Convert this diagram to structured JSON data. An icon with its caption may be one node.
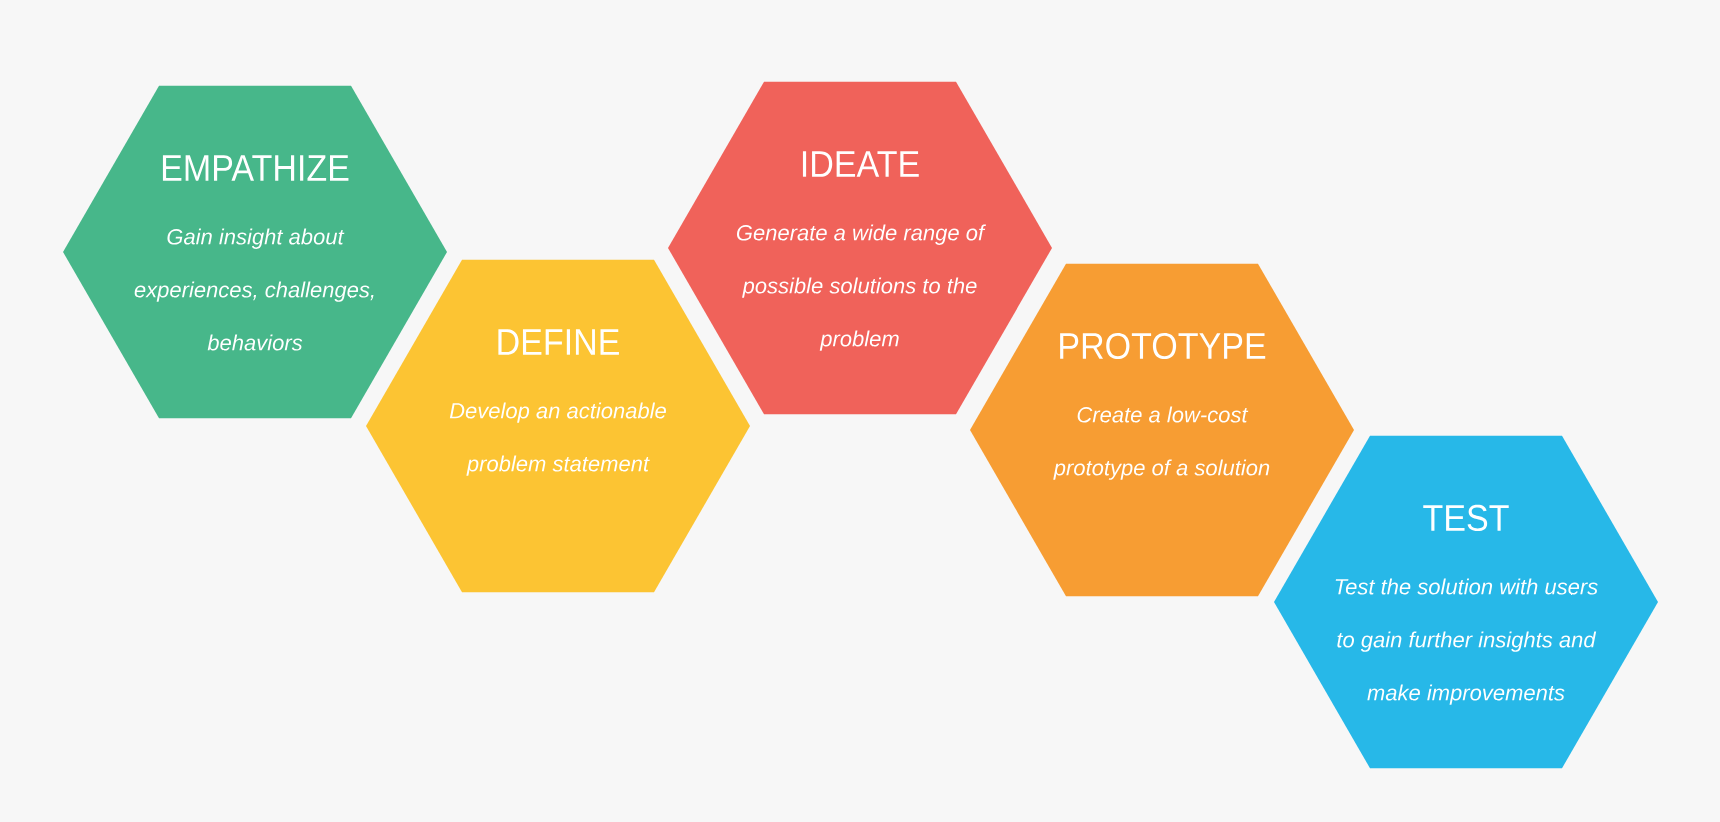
{
  "diagram": {
    "nodes": [
      {
        "text": [
          "EMPATHIZE",
          "Gain insight about experiences, challenges, behaviors"
        ]
      },
      {
        "text": [
          "DEFINE",
          "Develop an actionable problem statement"
        ]
      },
      {
        "text": [
          "IDEATE",
          "Generate a wide range of possible solutions to the problem"
        ]
      },
      {
        "text": [
          "PROTOTYPE",
          "Create a low-cost prototype of a solution"
        ]
      },
      {
        "text": [
          "TEST",
          "Test the solution with users to gain further insights and make improvements"
        ]
      }
    ]
  }
}
